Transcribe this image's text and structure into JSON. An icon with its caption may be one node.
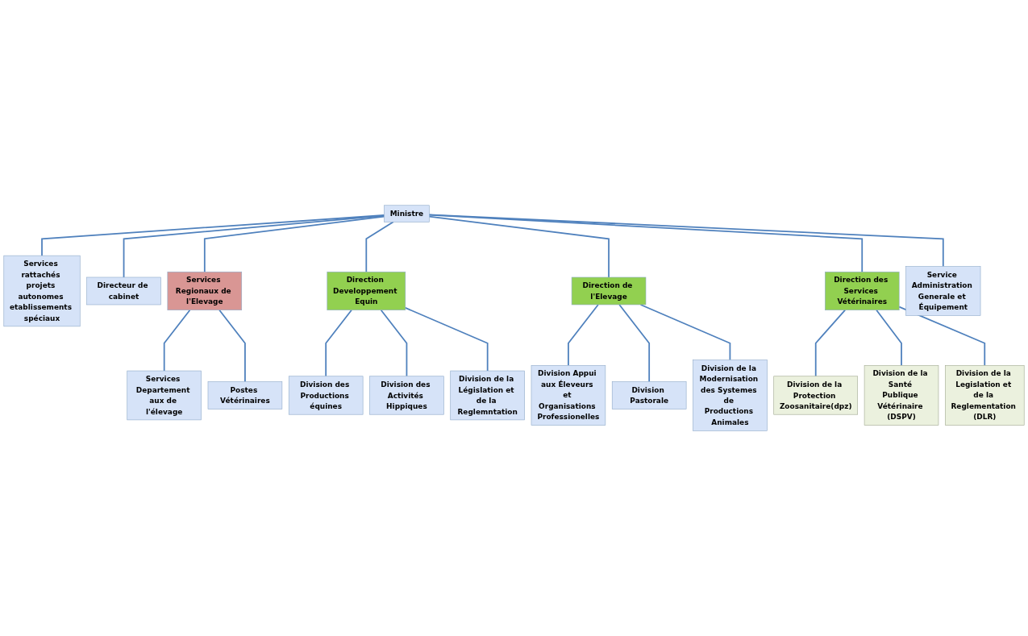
{
  "diagram": {
    "nodes": [
      {
        "text": [
          "Ministre"
        ]
      },
      {
        "text": [
          "Services rattachés projets autonomes etablissements spéciaux"
        ]
      },
      {
        "text": [
          "Directeur de cabinet"
        ]
      },
      {
        "text": [
          "Services Regionaux de l'Elevage"
        ]
      },
      {
        "text": [
          "Direction Developpement Equin"
        ]
      },
      {
        "text": [
          "Direction de l'Elevage"
        ]
      },
      {
        "text": [
          "Direction des Services Vétérinaires"
        ]
      },
      {
        "text": [
          "Service Administration Generale et Équipement"
        ]
      },
      {
        "text": [
          "Services Departement aux de l'élevage"
        ]
      },
      {
        "text": [
          "Postes Vétérinaires"
        ]
      },
      {
        "text": [
          "Division des Productions équines"
        ]
      },
      {
        "text": [
          "Division des Activités Hippiques"
        ]
      },
      {
        "text": [
          "Division de la Législation et de la Reglemntation"
        ]
      },
      {
        "text": [
          "Division Appui aux Éleveurs et Organisations Professionelles"
        ]
      },
      {
        "text": [
          "Division Pastorale"
        ]
      },
      {
        "text": [
          "Division de la Modernisation des Systemes de Productions Animales"
        ]
      },
      {
        "text": [
          "Division de la Protection Zoosanitaire(dpz)"
        ]
      },
      {
        "text": [
          "Division de la Santé Publique Vétérinaire (DSPV)"
        ]
      },
      {
        "text": [
          "Division de la Legislation et de la Reglementation (DLR)"
        ]
      }
    ],
    "edges": [
      {
        "from": 0,
        "to": 1,
        "arrow": "none"
      },
      {
        "from": 0,
        "to": 2,
        "arrow": "none"
      },
      {
        "from": 0,
        "to": 3,
        "arrow": "none"
      },
      {
        "from": 0,
        "to": 4,
        "arrow": "none"
      },
      {
        "from": 0,
        "to": 5,
        "arrow": "none"
      },
      {
        "from": 0,
        "to": 6,
        "arrow": "none"
      },
      {
        "from": 0,
        "to": 7,
        "arrow": "none"
      },
      {
        "from": 3,
        "to": 8,
        "arrow": "none"
      },
      {
        "from": 3,
        "to": 9,
        "arrow": "none"
      },
      {
        "from": 4,
        "to": 10,
        "arrow": "none"
      },
      {
        "from": 4,
        "to": 11,
        "arrow": "none"
      },
      {
        "from": 4,
        "to": 12,
        "arrow": "none"
      },
      {
        "from": 5,
        "to": 13,
        "arrow": "none"
      },
      {
        "from": 5,
        "to": 14,
        "arrow": "none"
      },
      {
        "from": 5,
        "to": 15,
        "arrow": "none"
      },
      {
        "from": 6,
        "to": 16,
        "arrow": "none"
      },
      {
        "from": 6,
        "to": 17,
        "arrow": "none"
      },
      {
        "from": 6,
        "to": 18,
        "arrow": "none"
      }
    ]
  }
}
